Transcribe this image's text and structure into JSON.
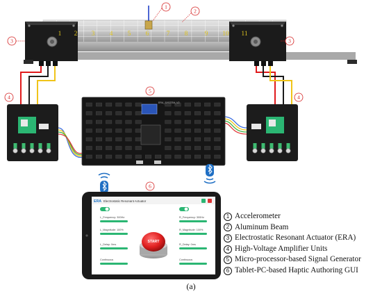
{
  "callouts": [
    "1",
    "2",
    "3",
    "3",
    "4",
    "4",
    "5",
    "6"
  ],
  "beam_numbers": [
    "1",
    "2",
    "3",
    "4",
    "5",
    "6",
    "7",
    "8",
    "9",
    "10",
    "11"
  ],
  "board_label": "ERA_SYSTEM_V2",
  "tablet": {
    "logo": "ERA",
    "title": "Electrostatic Resonant Actuator",
    "toggle": "ON",
    "start": "START",
    "params_left": [
      "L_Frequency: 300Hz",
      "L_Magnitude: 100%",
      "L_Delay: 0ms",
      "Continuous"
    ],
    "params_right": [
      "R_Frequency: 300Hz",
      "R_Magnitude: 100%",
      "R_Delay: 0ms",
      "Continuous"
    ]
  },
  "legend": [
    {
      "num": "1",
      "text": "Accelerometer"
    },
    {
      "num": "2",
      "text": "Aluminum Beam"
    },
    {
      "num": "3",
      "text": "Electrostatic Resonant Actuator (ERA)"
    },
    {
      "num": "4",
      "text": "High-Voltage Amplifier Units"
    },
    {
      "num": "5",
      "text": "Micro-processor-based Signal Generator"
    },
    {
      "num": "6",
      "text": "Tablet-PC-based Haptic Authoring GUI"
    }
  ],
  "caption": "(a)"
}
